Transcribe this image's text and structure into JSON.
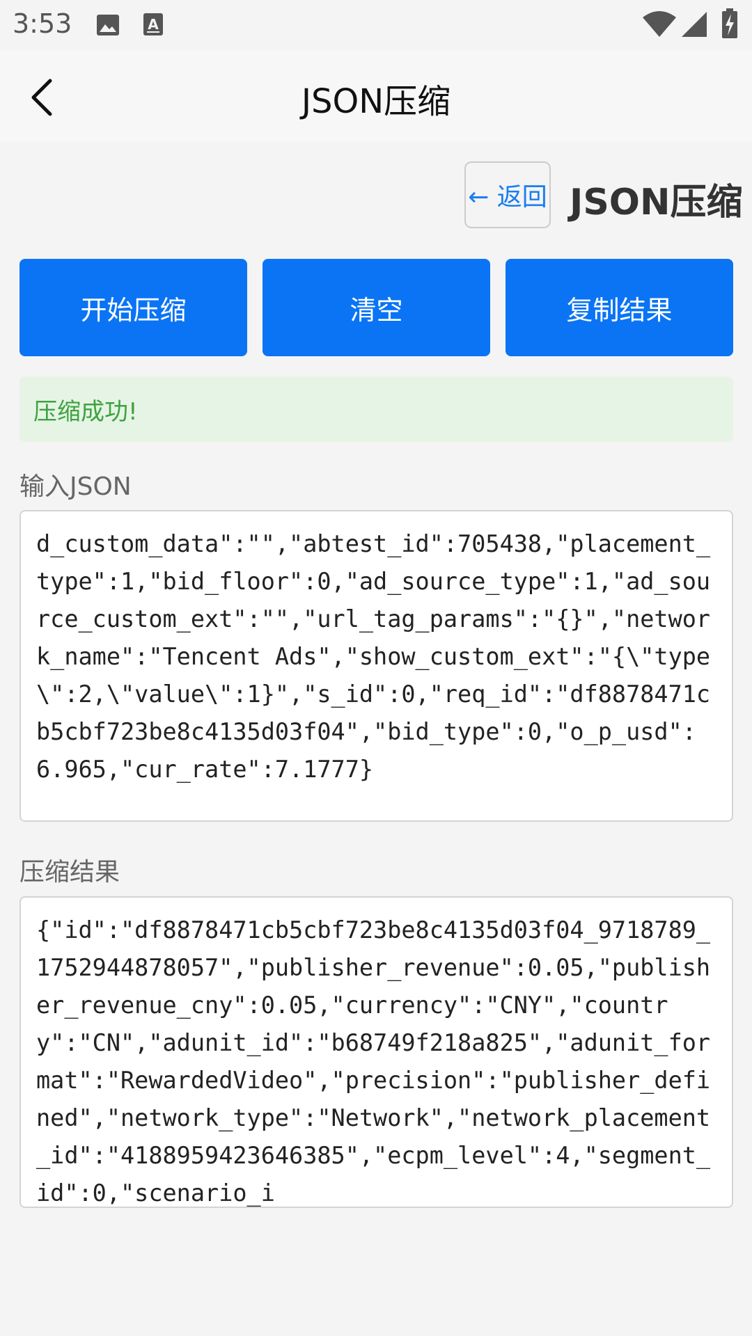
{
  "status_bar": {
    "time": "3:53"
  },
  "app_bar": {
    "title": "JSON压缩"
  },
  "header": {
    "return_label": "← 返回",
    "heading": "JSON压缩"
  },
  "actions": {
    "compress_label": "开始压缩",
    "clear_label": "清空",
    "copy_label": "复制结果"
  },
  "message": {
    "success_text": "压缩成功!"
  },
  "input": {
    "label": "输入JSON",
    "value": "d_custom_data\":\"\",\"abtest_id\":705438,\"placement_type\":1,\"bid_floor\":0,\"ad_source_type\":1,\"ad_source_custom_ext\":\"\",\"url_tag_params\":\"{}\",\"network_name\":\"Tencent Ads\",\"show_custom_ext\":\"{\\\"type\\\":2,\\\"value\\\":1}\",\"s_id\":0,\"req_id\":\"df8878471cb5cbf723be8c4135d03f04\",\"bid_type\":0,\"o_p_usd\":6.965,\"cur_rate\":7.1777}"
  },
  "output": {
    "label": "压缩结果",
    "value": "{\"id\":\"df8878471cb5cbf723be8c4135d03f04_9718789_1752944878057\",\"publisher_revenue\":0.05,\"publisher_revenue_cny\":0.05,\"currency\":\"CNY\",\"country\":\"CN\",\"adunit_id\":\"b68749f218a825\",\"adunit_format\":\"RewardedVideo\",\"precision\":\"publisher_defined\",\"network_type\":\"Network\",\"network_placement_id\":\"4188959423646385\",\"ecpm_level\":4,\"segment_id\":0,\"scenario_i"
  },
  "colors": {
    "primary_button": "#0a74f5",
    "success_bg": "#e6f4e6",
    "success_text": "#3da33d",
    "link_blue": "#1a7df0"
  },
  "icons": {
    "status_left": [
      "image-icon",
      "text-a-icon"
    ],
    "status_right": [
      "wifi-icon",
      "signal-icon",
      "battery-charging-icon"
    ],
    "app_bar": "back-chevron-icon"
  }
}
